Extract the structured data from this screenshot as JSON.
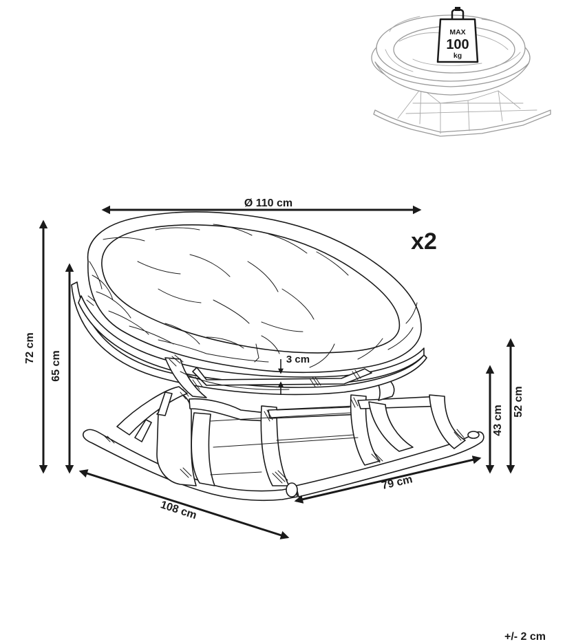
{
  "dimensions": {
    "diameter": "Ø 110 cm",
    "total_height": "72 cm",
    "seat_back_height": "65 cm",
    "cushion_thickness": "3 cm",
    "base_depth": "79 cm",
    "rocker_length": "108 cm",
    "seat_height": "43 cm",
    "front_height": "52 cm"
  },
  "quantity": "x2",
  "weight_badge": {
    "line1": "MAX",
    "line2": "100",
    "line3": "kg"
  },
  "tolerance": "+/- 2 cm",
  "colors": {
    "ink": "#1a1a1a",
    "thumbnail": "#9a9a9a",
    "background": "#ffffff"
  }
}
